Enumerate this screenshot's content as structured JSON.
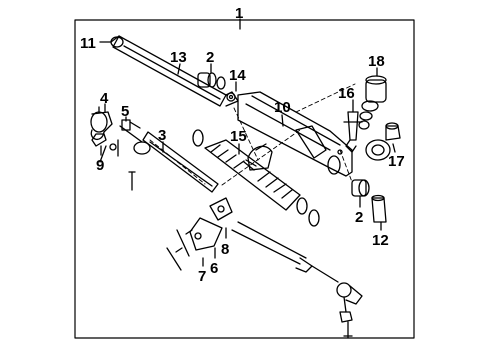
{
  "diagram": {
    "type": "exploded-parts-diagram",
    "subject": "steering rack assembly",
    "line_color": "#000000",
    "background_color": "#ffffff",
    "callouts": [
      {
        "id": "c1",
        "label": "1"
      },
      {
        "id": "c2a",
        "label": "2"
      },
      {
        "id": "c2b",
        "label": "2"
      },
      {
        "id": "c3",
        "label": "3"
      },
      {
        "id": "c4",
        "label": "4"
      },
      {
        "id": "c5",
        "label": "5"
      },
      {
        "id": "c6",
        "label": "6"
      },
      {
        "id": "c7",
        "label": "7"
      },
      {
        "id": "c8",
        "label": "8"
      },
      {
        "id": "c9",
        "label": "9"
      },
      {
        "id": "c10",
        "label": "10"
      },
      {
        "id": "c11",
        "label": "11"
      },
      {
        "id": "c12",
        "label": "12"
      },
      {
        "id": "c13",
        "label": "13"
      },
      {
        "id": "c14",
        "label": "14"
      },
      {
        "id": "c15",
        "label": "15"
      },
      {
        "id": "c16",
        "label": "16"
      },
      {
        "id": "c17",
        "label": "17"
      },
      {
        "id": "c18",
        "label": "18"
      }
    ]
  }
}
